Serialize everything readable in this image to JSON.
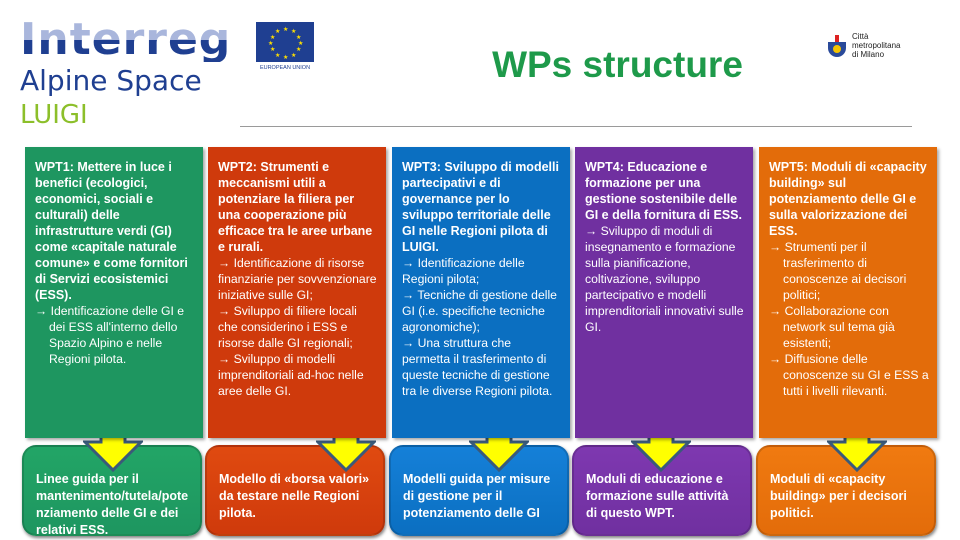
{
  "header": {
    "logo": {
      "line1": "Interreg",
      "line2": "Alpine Space",
      "line3": "LUIGI"
    },
    "eu_label": "EUROPEAN UNION",
    "title": "WPs structure",
    "partner": {
      "line1": "Città",
      "line2": "metropolitana",
      "line3": "di Milano"
    }
  },
  "colors": {
    "wpt1": "#1e9660",
    "wpt2": "#cf3a0c",
    "wpt3": "#0b6fc1",
    "wpt4": "#7030a0",
    "wpt5": "#e36c0a",
    "arrow": "#ffff00",
    "title": "#1e9a4a"
  },
  "columns": [
    {
      "heading": "WPT1: Mettere in luce i benefici (ecologici, economici, sociali e culturali) delle infrastrutture verdi (GI) come «capitale naturale comune» e come fornitori di Servizi ecosistemici (ESS).",
      "bullets": [
        "Identificazione delle GI e dei ESS all'interno dello Spazio Alpino e nelle Regioni pilota."
      ],
      "result": "Linee guida per il mantenimento/tutela/potenziamento delle GI e dei relativi ESS."
    },
    {
      "heading": "WPT2: Strumenti e meccanismi utili a potenziare la filiera per una cooperazione più efficace tra le aree urbane e rurali.",
      "bullets": [
        "Identificazione di risorse finanziarie per sovvenzionare iniziative sulle GI;",
        "Sviluppo di filiere locali che considerino i ESS e risorse dalle GI regionali;",
        "Sviluppo di modelli imprenditoriali ad-hoc nelle aree delle GI."
      ],
      "result": "Modello di «borsa valori» da testare nelle Regioni pilota."
    },
    {
      "heading": "WPT3: Sviluppo di modelli partecipativi e di governance per lo sviluppo territoriale delle GI nelle Regioni pilota di LUIGI.",
      "bullets": [
        "Identificazione delle Regioni pilota;",
        "Tecniche di gestione delle GI (i.e. specifiche tecniche agronomiche);",
        "Una struttura che permetta il trasferimento di queste tecniche di gestione tra le diverse Regioni pilota."
      ],
      "result": "Modelli guida per misure di gestione per il potenziamento delle GI"
    },
    {
      "heading": "WPT4: Educazione e formazione per una gestione sostenibile delle GI e della fornitura di ESS.",
      "bullets": [
        "Sviluppo di moduli di insegnamento e formazione sulla pianificazione, coltivazione, sviluppo partecipativo e modelli imprenditoriali innovativi sulle GI."
      ],
      "result": "Moduli di educazione e formazione sulle attività di questo WPT."
    },
    {
      "heading": "WPT5: Moduli di «capacity building» sul potenziamento delle GI e sulla valorizzazione dei ESS.",
      "bullets": [
        "Strumenti per il trasferimento di conoscenze ai decisori politici;",
        "Collaborazione con network sul tema già esistenti;",
        "Diffusione delle conoscenze su GI e ESS a tutti i livelli rilevanti."
      ],
      "result": "Moduli di «capacity building» per i decisori politici."
    }
  ]
}
